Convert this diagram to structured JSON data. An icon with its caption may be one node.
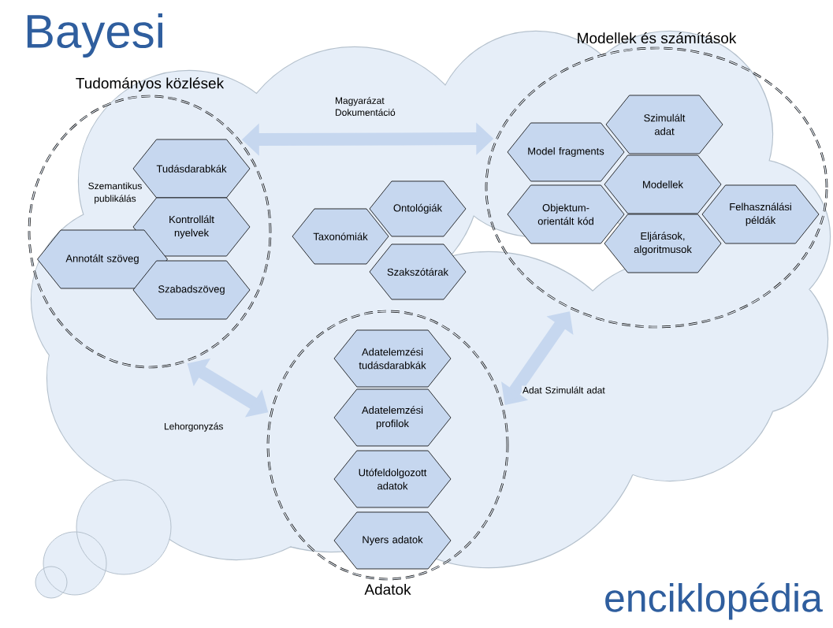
{
  "diagram": {
    "nodes": [
      {
        "text": [
          "Tudományos közlések"
        ]
      },
      {
        "text": [
          "Tudásdarabkák"
        ],
        "in": 0
      },
      {
        "text": [
          "Kontrollált nyelvek"
        ],
        "in": 0
      },
      {
        "text": [
          "Annotált szöveg"
        ],
        "in": 0
      },
      {
        "text": [
          "Szabadszöveg"
        ],
        "in": 0
      },
      {
        "text": [
          "Taxonómiák"
        ]
      },
      {
        "text": [
          "Ontológiák"
        ]
      },
      {
        "text": [
          "Szakszótárak"
        ]
      },
      {
        "text": [
          "Modellek és számítások"
        ]
      },
      {
        "text": [
          "Model fragments"
        ],
        "in": 8
      },
      {
        "text": [
          "Szimulált adat"
        ],
        "in": 8
      },
      {
        "text": [
          "Modellek"
        ],
        "in": 8
      },
      {
        "text": [
          "Objektum-orientált kód"
        ],
        "in": 8
      },
      {
        "text": [
          "Eljárások, algoritmusok"
        ],
        "in": 8
      },
      {
        "text": [
          "Felhasználási példák"
        ],
        "in": 8
      },
      {
        "text": [
          "Adatok"
        ]
      },
      {
        "text": [
          "Adatelemzési tudásdarabkák"
        ],
        "in": 15
      },
      {
        "text": [
          "Adatelemzési profilok"
        ],
        "in": 15
      },
      {
        "text": [
          "Utófeldolgozott adatok"
        ],
        "in": 15
      },
      {
        "text": [
          "Nyers adatok"
        ],
        "in": 15
      }
    ],
    "edges": [
      {
        "from": 0,
        "to": 8,
        "arrow": "both",
        "label": "Magyarázat Dokumentáció"
      },
      {
        "from": 0,
        "to": 15,
        "arrow": "both",
        "label": "Lehorgonyzás"
      },
      {
        "from": 15,
        "to": 8,
        "arrow": "both",
        "label": "Adat Szimulált adat"
      }
    ],
    "labels": [
      "Bayesi",
      "Szemantikus publikálás",
      "enciklopédia"
    ]
  }
}
